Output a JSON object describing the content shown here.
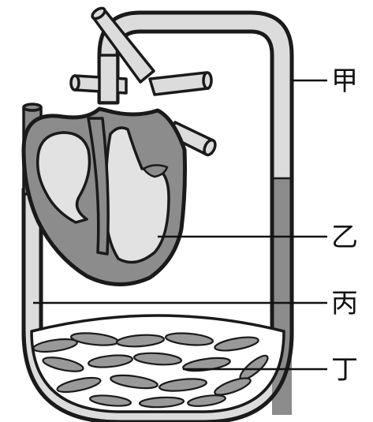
{
  "labels": {
    "jia": "甲",
    "yi": "乙",
    "bing": "丙",
    "ding": "丁"
  },
  "colors": {
    "vessel_light": "#dcdcdc",
    "vessel_dark": "#8c8c8c",
    "heart_wall": "#8c8c8c",
    "heart_chamber": "#e2e2e2",
    "capillary_cell": "#999999",
    "outline": "#1a1a1a"
  }
}
